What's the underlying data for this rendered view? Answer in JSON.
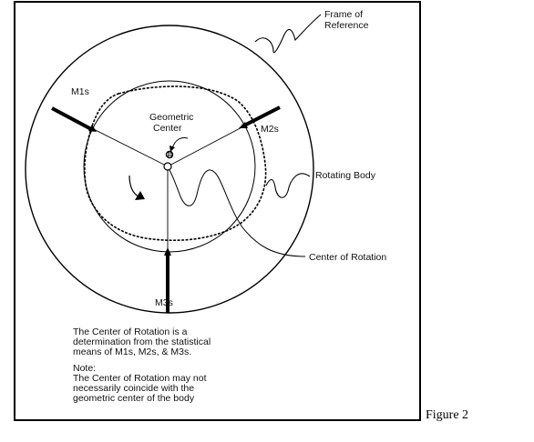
{
  "figure": {
    "caption": "Figure 2",
    "labels": {
      "frame_of_reference_line1": "Frame of",
      "frame_of_reference_line2": "Reference",
      "geometric_center_line1": "Geometric",
      "geometric_center_line2": "Center",
      "rotating_body": "Rotating Body",
      "center_of_rotation": "Center of Rotation",
      "m1s": "M1s",
      "m2s": "M2s",
      "m3s": "M3s"
    },
    "description_lines": [
      "The Center of Rotation is a",
      "determination from the statistical",
      "means of M1s, M2s, & M3s."
    ],
    "note_lines": [
      "Note:",
      "The Center of Rotation may not",
      "necessarily coincide with the",
      "geometric center of the body"
    ]
  }
}
